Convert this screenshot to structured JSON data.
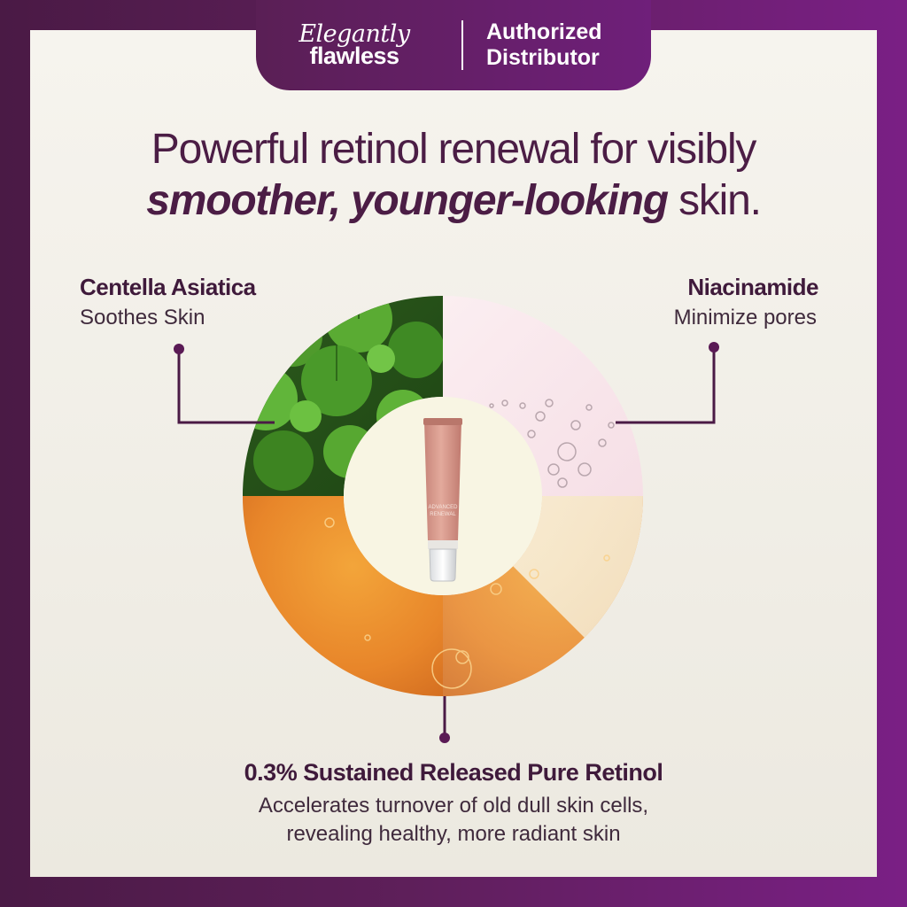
{
  "header": {
    "brand_script": "Elegantly",
    "brand_bold": "flawless",
    "badge_line1": "Authorized",
    "badge_line2": "Distributor"
  },
  "headline": {
    "line1": "Powerful retinol renewal for visibly",
    "line2_emphasis": "smoother, younger-looking",
    "line2_rest": " skin."
  },
  "ingredients": {
    "left": {
      "title": "Centella Asiatica",
      "subtitle": "Soothes Skin"
    },
    "right": {
      "title": "Niacinamide",
      "subtitle": "Minimize pores"
    },
    "bottom": {
      "title": "0.3% Sustained Released Pure Retinol",
      "subtitle_line1": "Accelerates turnover of old dull skin cells,",
      "subtitle_line2": "revealing healthy, more radiant skin"
    }
  },
  "product": {
    "tube_text_top": "ADVANCED",
    "tube_text_bottom": "RENEWAL"
  },
  "colors": {
    "border_left": "#4a1a45",
    "border_right": "#7a1f85",
    "text_dark": "#4b1d45",
    "accent_dot": "#5a1a55",
    "tube_pink": "#d49a8c"
  }
}
